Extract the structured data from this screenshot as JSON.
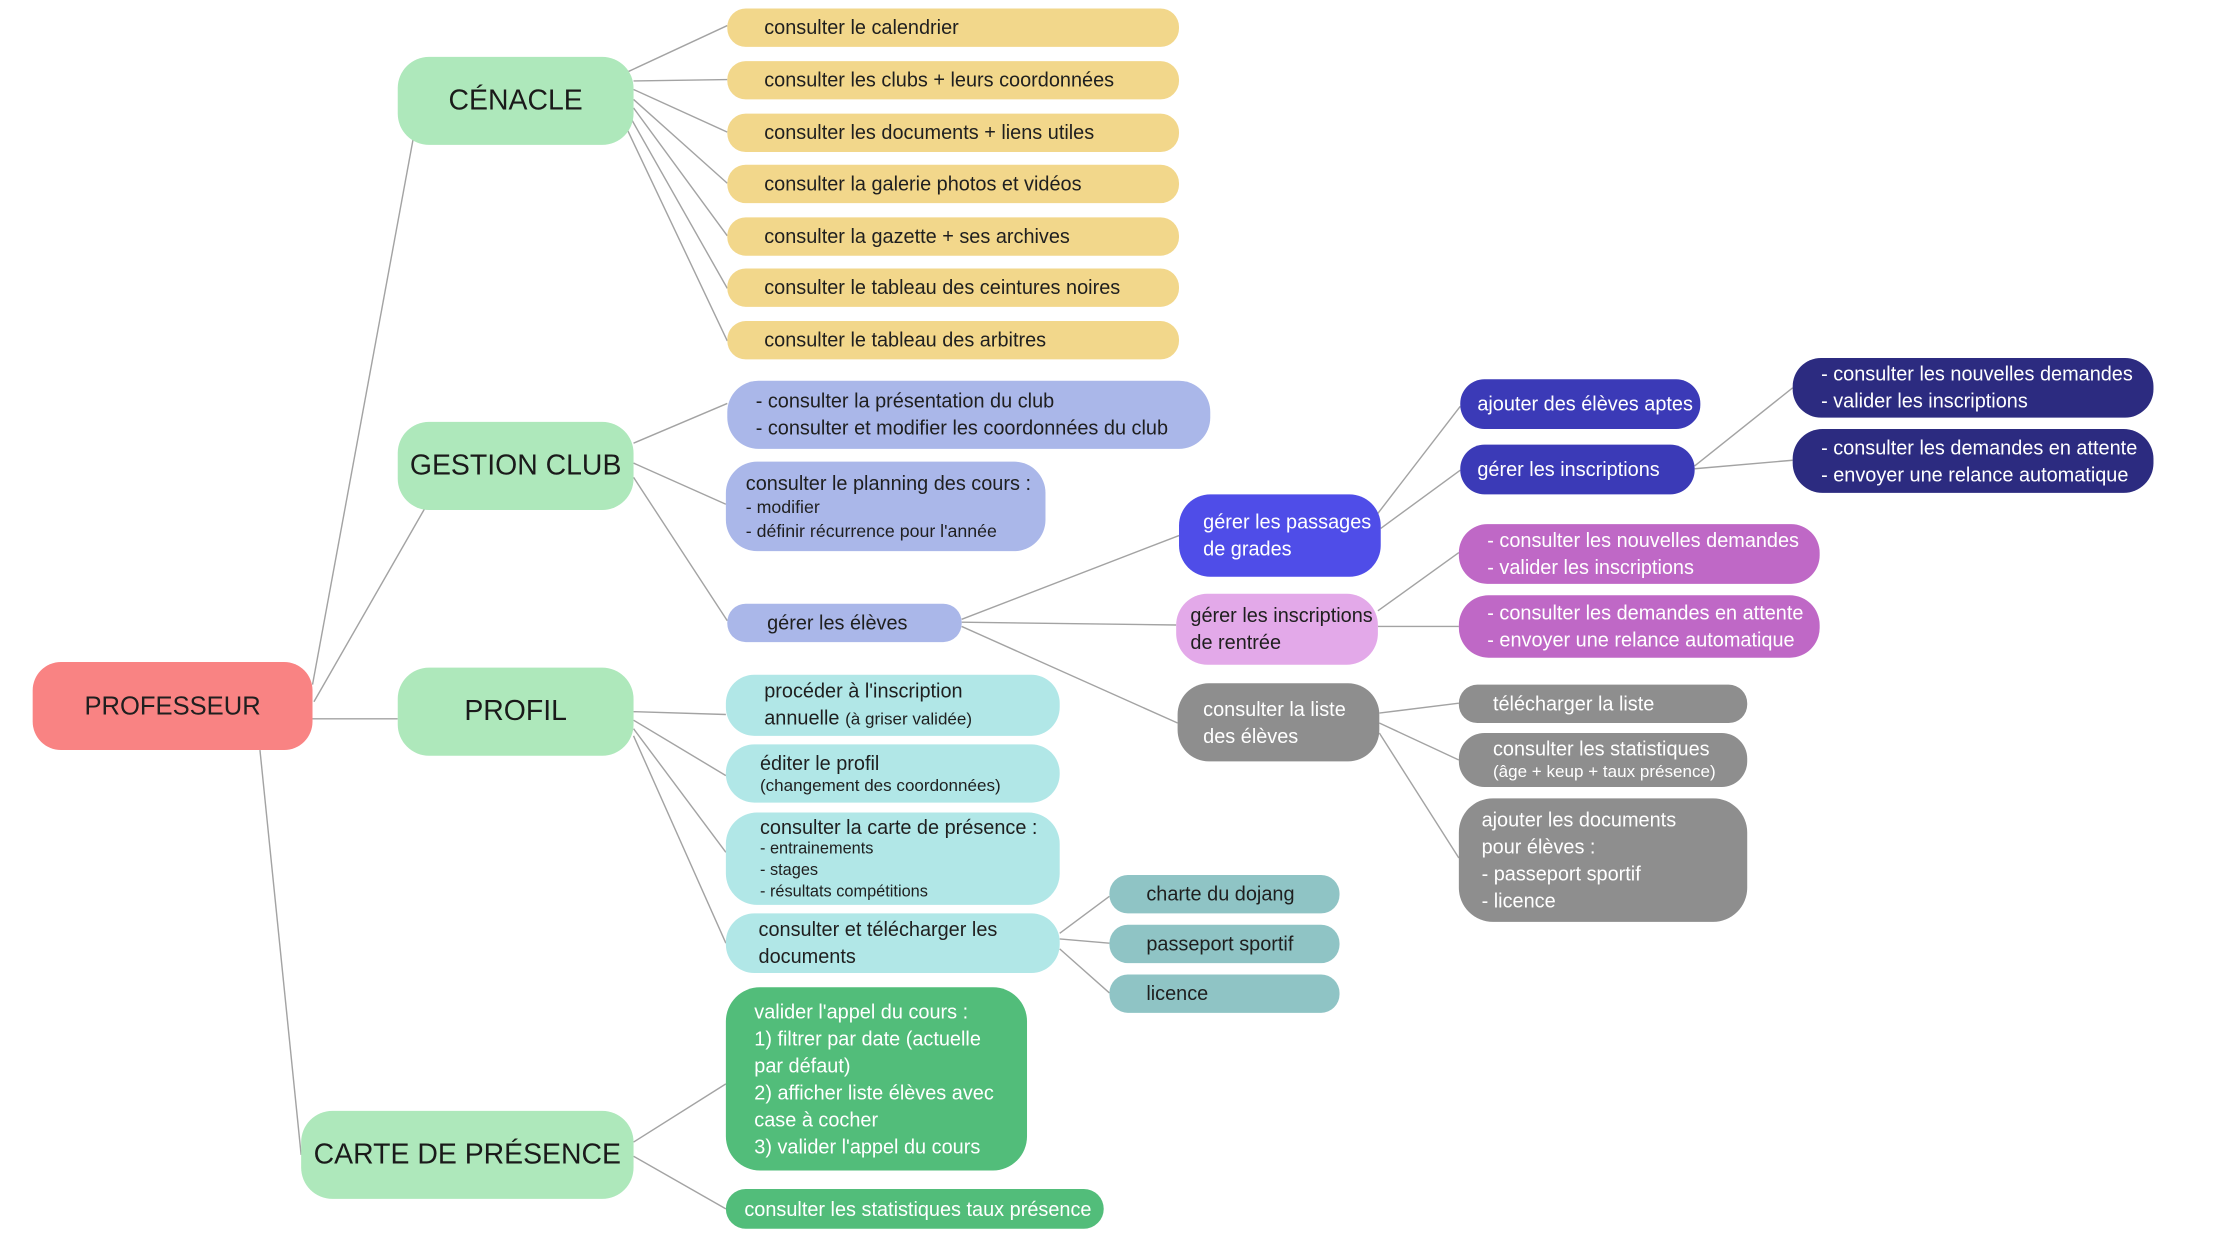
{
  "colors": {
    "root": "#f98383",
    "main_branch": "#aee8bb",
    "cenacle_item": "#f2d78b",
    "gestion_item": "#aab7e9",
    "passages_grades": "#4f4de8",
    "passages_child": "#3b3ab7",
    "inscriptions_child": "#2c2b80",
    "rentree": "#e3a9e9",
    "rentree_child": "#bf68c6",
    "liste": "#8e8e8e",
    "liste_child": "#8e8e8e",
    "profil_item": "#b1e7e7",
    "documents_child": "#8fc4c5",
    "presence_item": "#52bd7a",
    "connector": "#a3a3a3"
  },
  "root": {
    "label": "PROFESSEUR"
  },
  "cenacle": {
    "label": "CÉNACLE",
    "items": [
      "consulter le calendrier",
      "consulter les clubs + leurs coordonnées",
      "consulter les documents + liens utiles",
      "consulter la galerie photos et vidéos",
      "consulter la gazette + ses archives",
      "consulter le tableau des ceintures noires",
      "consulter le tableau des arbitres"
    ]
  },
  "gestion_club": {
    "label": "GESTION CLUB",
    "presentation": [
      "- consulter la présentation du club",
      "- consulter et modifier les coordonnées du club"
    ],
    "planning": {
      "title": "consulter le planning des cours :",
      "items": [
        "- modifier",
        "- définir récurrence pour l'année"
      ]
    },
    "eleves": {
      "label": "gérer les élèves",
      "passages_grades": {
        "label": [
          "gérer les passages",
          "de grades"
        ],
        "ajouter": "ajouter des élèves aptes",
        "inscriptions": {
          "label": "gérer les inscriptions",
          "nouvelles_demandes": [
            "- consulter les nouvelles demandes",
            "- valider les inscriptions"
          ],
          "demandes_attente": [
            "- consulter les demandes en attente",
            "- envoyer une relance automatique"
          ]
        }
      },
      "inscriptions_rentree": {
        "label": [
          "gérer les inscriptions",
          "de rentrée"
        ],
        "nouvelles_demandes": [
          "- consulter les nouvelles demandes",
          "- valider les inscriptions"
        ],
        "demandes_attente": [
          "- consulter les demandes en attente",
          "- envoyer une relance automatique"
        ]
      },
      "liste": {
        "label": [
          "consulter la liste",
          "des élèves"
        ],
        "telecharger": "télécharger la liste",
        "statistiques": {
          "title": "consulter les statistiques",
          "detail": "(âge + keup + taux présence)"
        },
        "documents": [
          "ajouter les documents",
          "pour élèves :",
          "- passeport sportif",
          "- licence"
        ]
      }
    }
  },
  "profil": {
    "label": "PROFIL",
    "inscription": {
      "line1": "procéder à l'inscription",
      "line2": "annuelle",
      "note": "(à griser validée)"
    },
    "editer": {
      "title": "éditer le profil",
      "detail": "(changement des coordonnées)"
    },
    "carte": {
      "title": "consulter la carte de présence :",
      "items": [
        "- entrainements",
        "- stages",
        "- résultats compétitions"
      ]
    },
    "documents": {
      "label": [
        "consulter et télécharger les",
        "documents"
      ],
      "items": [
        "charte du dojang",
        "passeport sportif",
        "licence"
      ]
    }
  },
  "carte_presence": {
    "label": "CARTE DE PRÉSENCE",
    "appel": [
      "valider l'appel du cours :",
      "1) filtrer par date (actuelle",
      "par défaut)",
      "2) afficher liste élèves avec",
      "case à cocher",
      "3) valider l'appel du cours"
    ],
    "statistiques": "consulter les statistiques taux présence"
  }
}
